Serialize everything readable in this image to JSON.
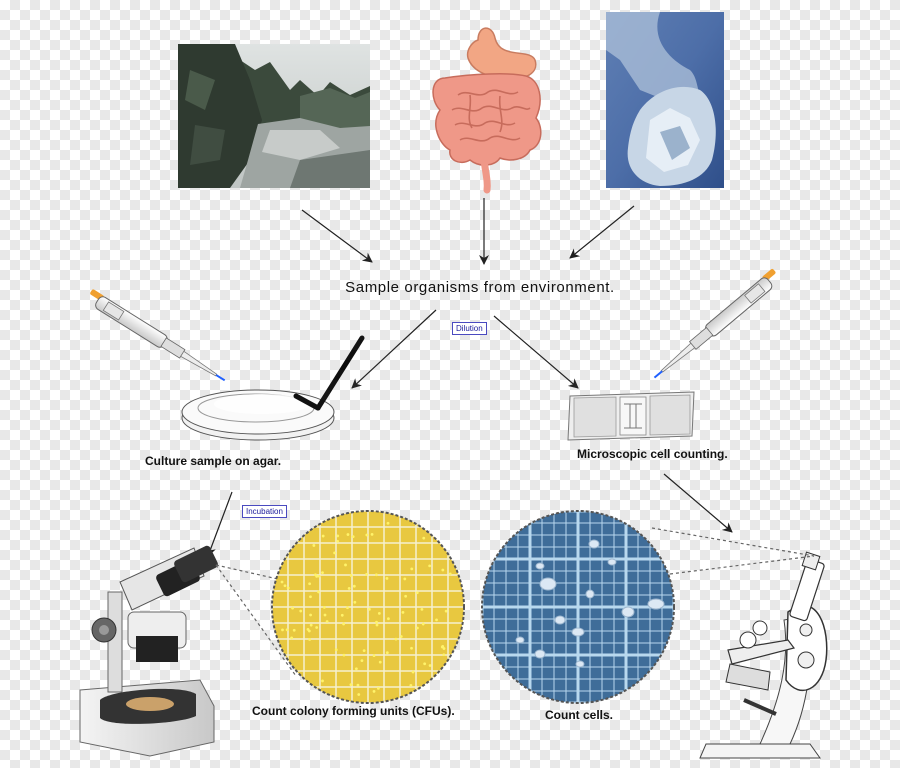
{
  "title": "Sample organisms from environment.",
  "steps": {
    "culture": "Culture sample on agar.",
    "microscopic": "Microscopic cell counting.",
    "count_cfu": "Count colony forming units (CFUs).",
    "count_cells": "Count cells."
  },
  "tags": {
    "dilution": "Dilution",
    "incubation": "Incubation"
  },
  "colors": {
    "agar": "#e8c840",
    "agar_grid": "#f5f0d0",
    "colony": "#fff36a",
    "chamber": "#3f6d99",
    "chamber_grid": "#b8d8ee",
    "intestine": "#ef9888",
    "stomach": "#f0a080",
    "tip_blue": "#2060ff",
    "plunger_orange": "#f0a030"
  }
}
